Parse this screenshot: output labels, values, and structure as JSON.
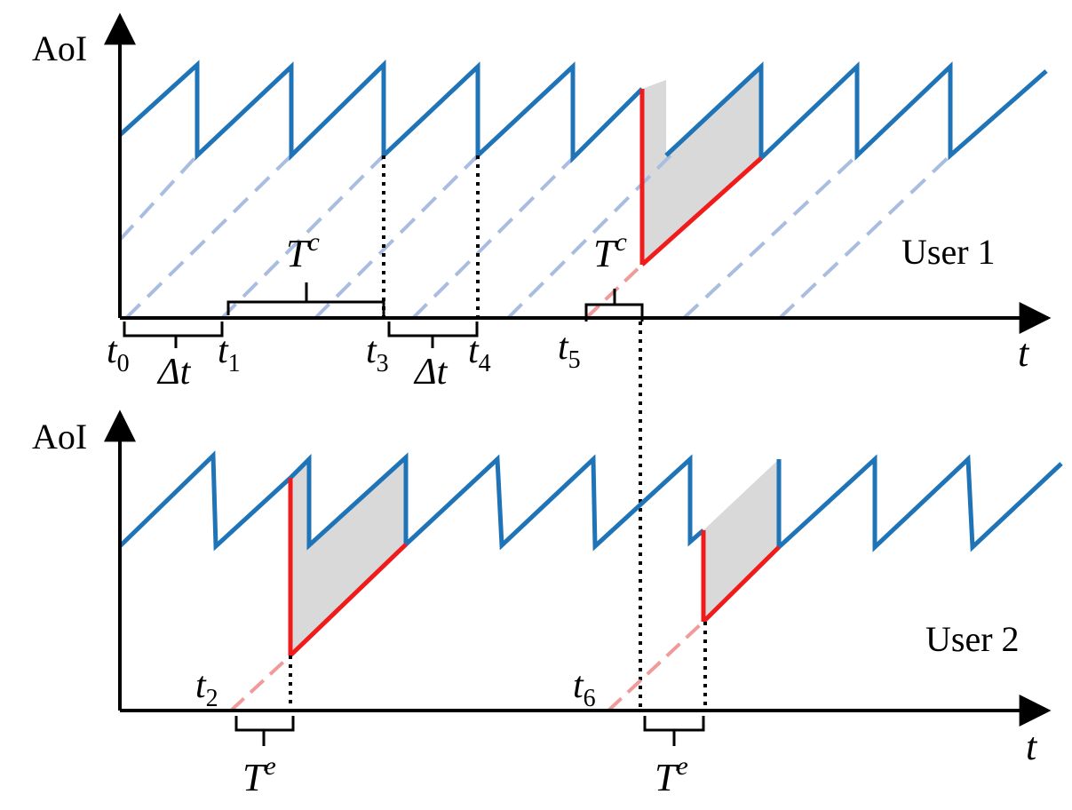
{
  "colors": {
    "aoi_line": "#1f74b8",
    "aoi_dashed": "#a9bde0",
    "error": "#f01c1c",
    "error_dashed": "#f09a9a",
    "shade": "#d9d9d9",
    "axis": "#000000"
  },
  "top": {
    "y_label": "AoI",
    "x_label": "t",
    "user_label": "User 1",
    "tc_label_base": "T",
    "tc_label_sup": "c",
    "delta_label": "Δt",
    "time_marks": [
      {
        "base": "t",
        "sub": "0"
      },
      {
        "base": "t",
        "sub": "1"
      },
      {
        "base": "t",
        "sub": "3"
      },
      {
        "base": "t",
        "sub": "4"
      },
      {
        "base": "t",
        "sub": "5"
      }
    ]
  },
  "bottom": {
    "y_label": "AoI",
    "x_label": "t",
    "user_label": "User 2",
    "te_label_base": "T",
    "te_label_sup": "e",
    "time_marks": [
      {
        "base": "t",
        "sub": "2"
      },
      {
        "base": "t",
        "sub": "6"
      }
    ]
  }
}
